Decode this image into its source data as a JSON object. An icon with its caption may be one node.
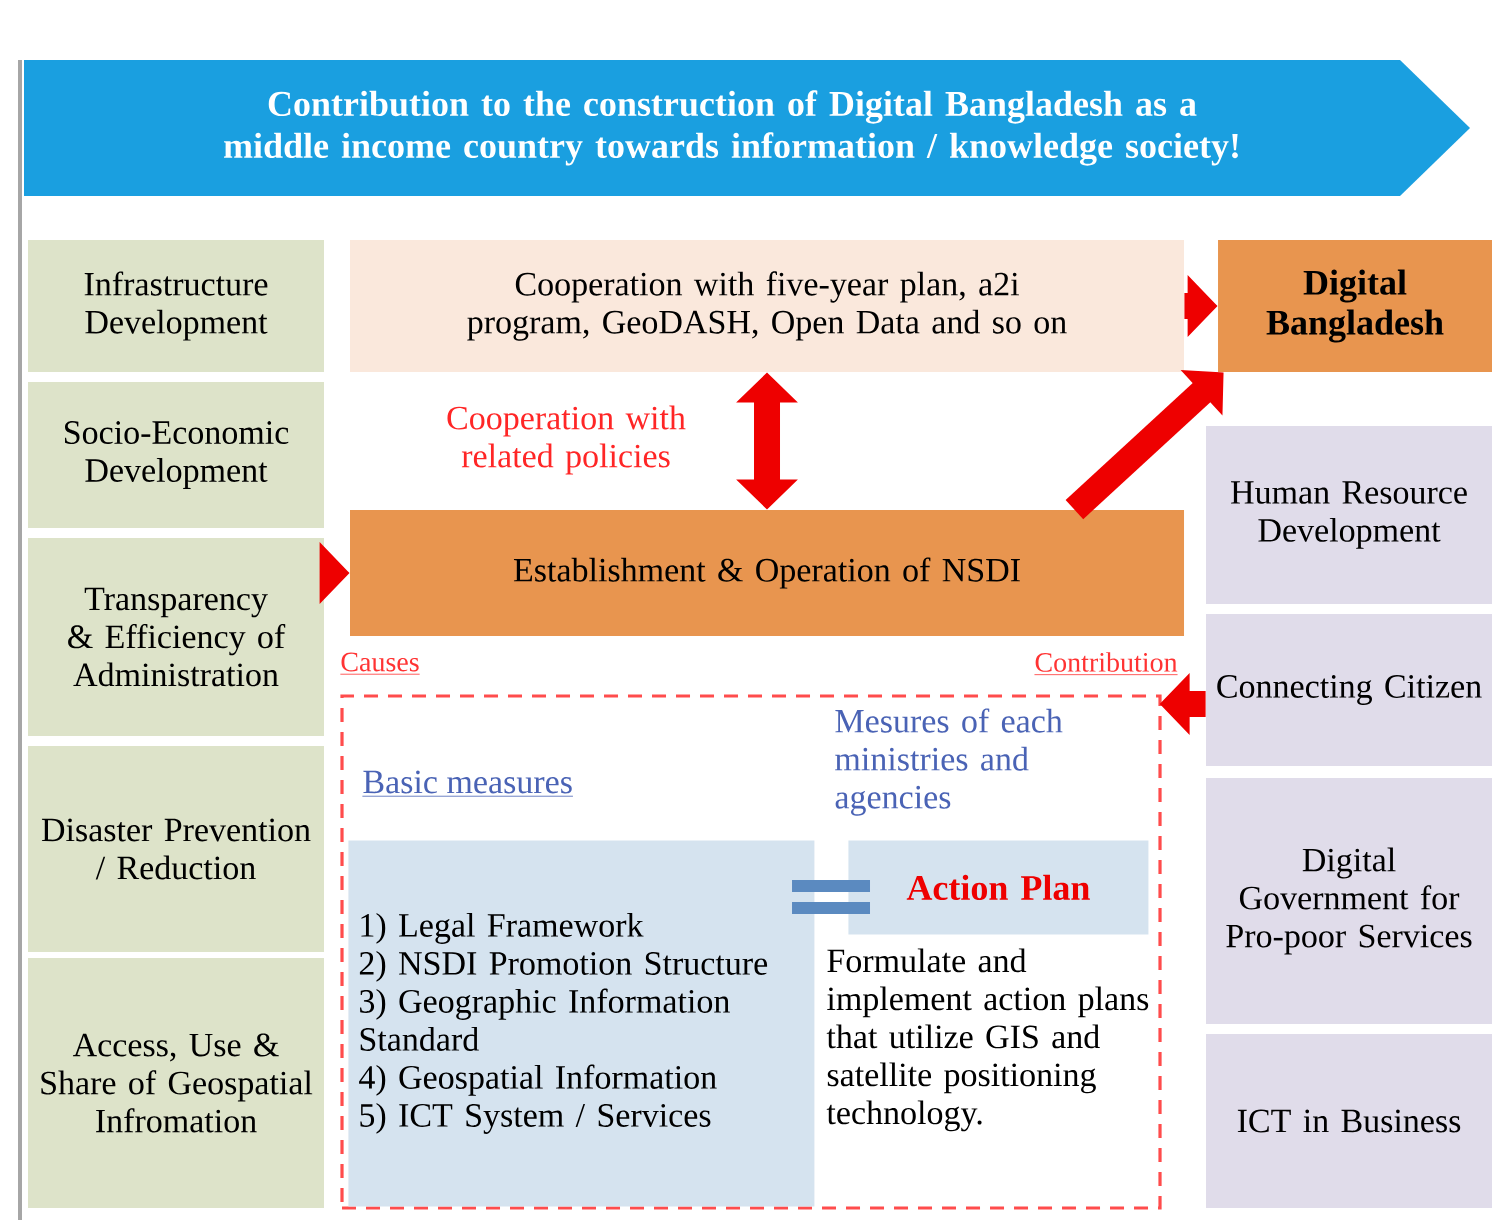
{
  "diagram": {
    "nodes": [
      {
        "text": [
          "Contribution to the construction of Digital Bangladesh as a middle income country towards information /  knowledge society!"
        ]
      },
      {
        "text": [
          "Infrastructure Development"
        ]
      },
      {
        "text": [
          "Socio-Economic Development"
        ]
      },
      {
        "text": [
          "Transparency & Efficiency of Administration"
        ]
      },
      {
        "text": [
          "Disaster Prevention / Reduction"
        ]
      },
      {
        "text": [
          "Access, Use & Share of Geospatial Infromation"
        ]
      },
      {
        "text": [
          "Cooperation with five-year plan, a2i program, GeoDASH, Open Data and so on"
        ]
      },
      {
        "text": [
          "Digital Bangladesh"
        ]
      },
      {
        "text": [
          "Establishment & Operation of NSDI"
        ]
      },
      {
        "text": [
          "Human Resource Development"
        ]
      },
      {
        "text": [
          "Connecting Citizen"
        ]
      },
      {
        "text": [
          "Digital Government for Pro-poor Services"
        ]
      },
      {
        "text": [
          "ICT in Business"
        ]
      },
      {
        "text": [
          "Basic measures",
          "Mesures of each ministries and agencies",
          "Formulate and implement action plans that utilize GIS and satellite positioning technology."
        ]
      },
      {
        "text": [
          "1) Legal Framework",
          "2) NSDI Promotion Structure",
          "3) Geographic Information Standard",
          "4) Geospatial Information",
          "5) ICT System / Services"
        ],
        "in": 13
      },
      {
        "text": [
          "Action Plan"
        ],
        "in": 13
      }
    ],
    "edges": [
      {
        "from": 6,
        "to": 7,
        "arrow": "to"
      },
      {
        "from": 6,
        "to": 8,
        "arrow": "both",
        "label": "Cooperation with related policies"
      },
      {
        "from": 8,
        "to": 7,
        "arrow": "to"
      },
      {
        "from": 3,
        "to": 8,
        "arrow": "to"
      },
      {
        "from": 10,
        "to": 13,
        "arrow": "to"
      }
    ],
    "labels": [
      "Causes",
      "Contribution"
    ]
  }
}
